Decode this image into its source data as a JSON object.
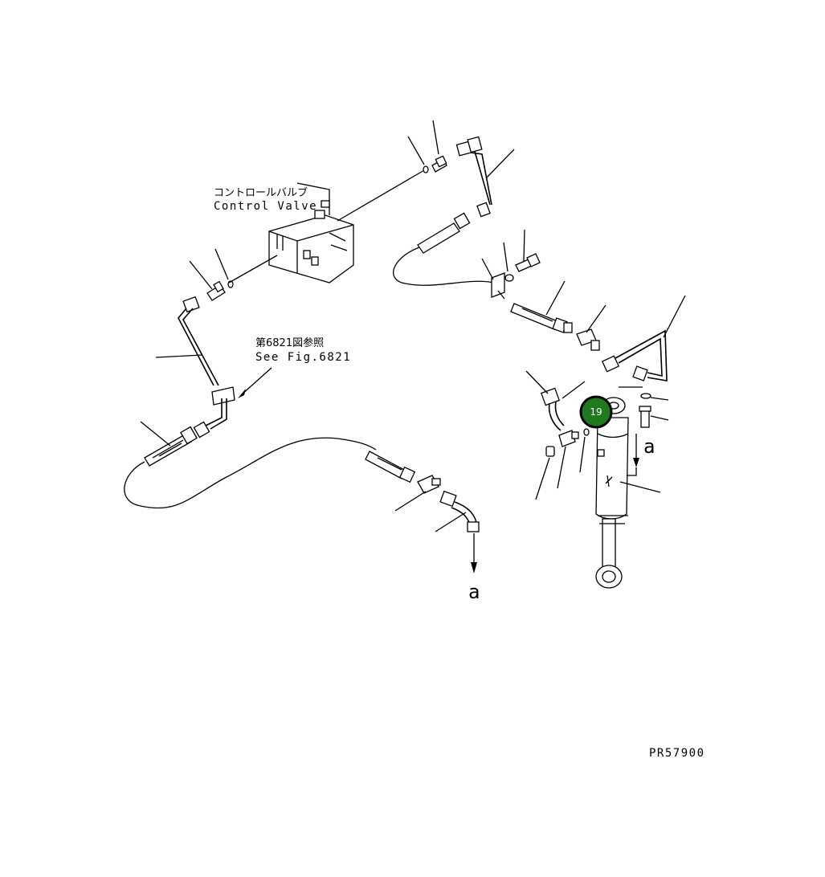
{
  "labels": {
    "control_valve_jp": "コントロールバルブ",
    "control_valve_en": "Control Valve",
    "see_fig_jp": "第6821図参照",
    "see_fig_en": "See Fig.6821",
    "connection_a_left": "a",
    "connection_a_right": "a",
    "drawing_number": "PR57900"
  },
  "callout": {
    "number": "19",
    "color": "#1f7a1f"
  }
}
